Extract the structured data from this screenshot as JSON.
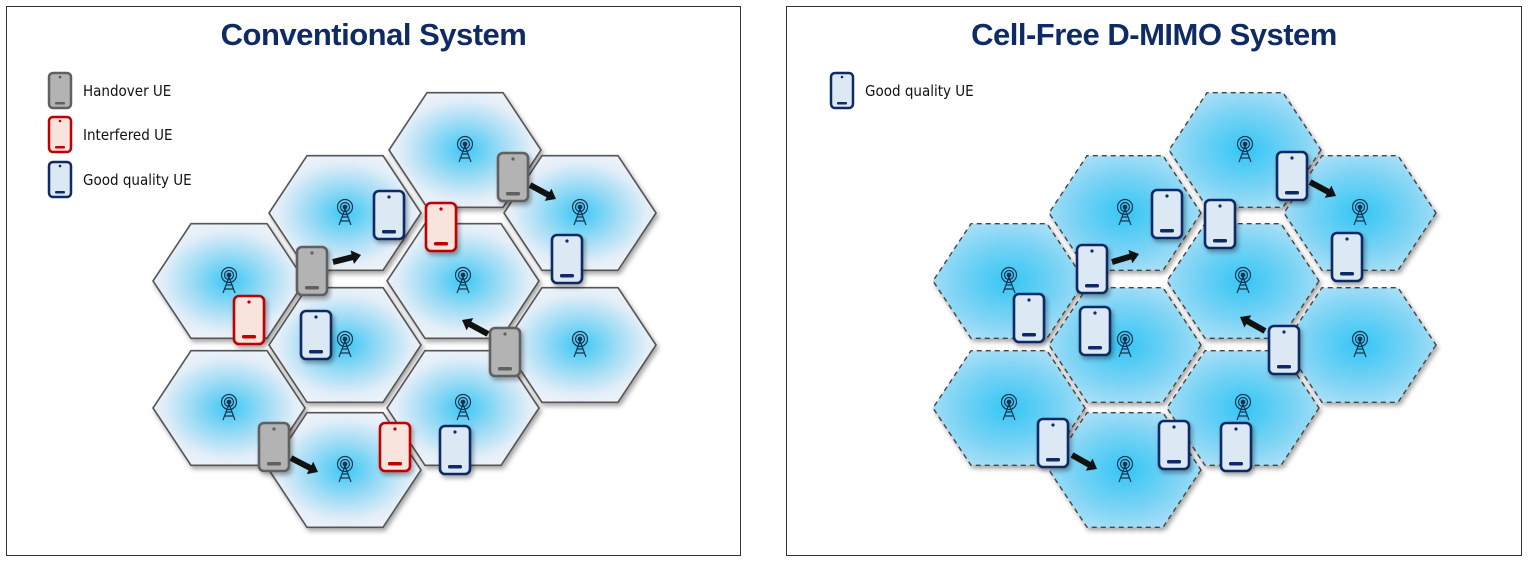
{
  "left_panel": {
    "title": "Conventional System",
    "legend": [
      {
        "label": "Handover UE",
        "type": "handover"
      },
      {
        "label": "Interfered UE",
        "type": "interfered"
      },
      {
        "label": "Good quality UE",
        "type": "good"
      }
    ]
  },
  "right_panel": {
    "title": "Cell-Free D-MIMO System",
    "legend": [
      {
        "label": "Good quality UE",
        "type": "good"
      }
    ]
  },
  "colors": {
    "handover_fill": "#b3b3b3",
    "handover_stroke": "#606060",
    "interfered_fill": "#f8e4dc",
    "interfered_stroke": "#c00000",
    "good_fill": "#dde8f5",
    "good_stroke": "#0f2b66",
    "cell_glow": "#3cc8f5",
    "cell_base": "#eaf1f9"
  }
}
